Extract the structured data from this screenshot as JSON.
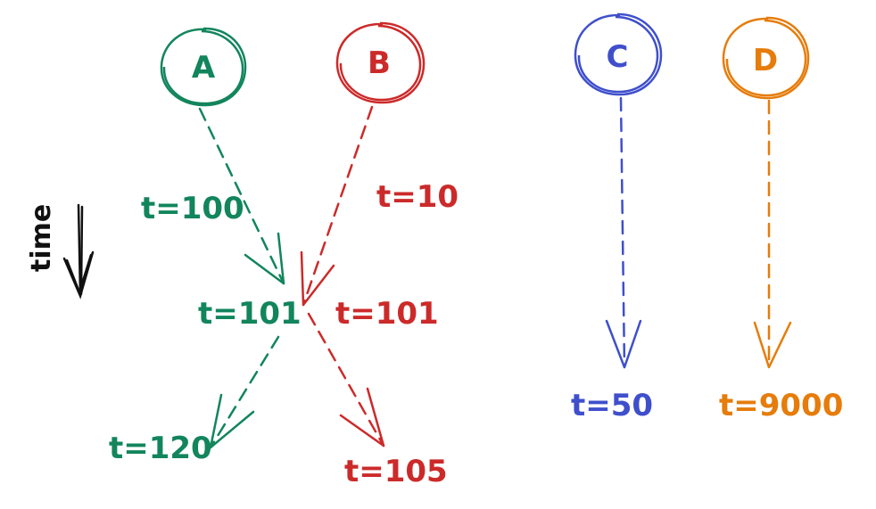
{
  "colors": {
    "green": "#12855c",
    "red": "#cc2a2a",
    "blue": "#3f4fcc",
    "orange": "#e67c0b",
    "black": "#111111"
  },
  "axis": {
    "label": "time"
  },
  "nodes": {
    "a": {
      "label": "A"
    },
    "b": {
      "label": "B"
    },
    "c": {
      "label": "C"
    },
    "d": {
      "label": "D"
    }
  },
  "labels": {
    "a_t1": "t=100",
    "b_t1": "t=10",
    "a_t2": "t=101",
    "b_t2": "t=101",
    "a_t3": "t=120",
    "b_t3": "t=105",
    "c_t1": "t=50",
    "d_t1": "t=9000"
  }
}
